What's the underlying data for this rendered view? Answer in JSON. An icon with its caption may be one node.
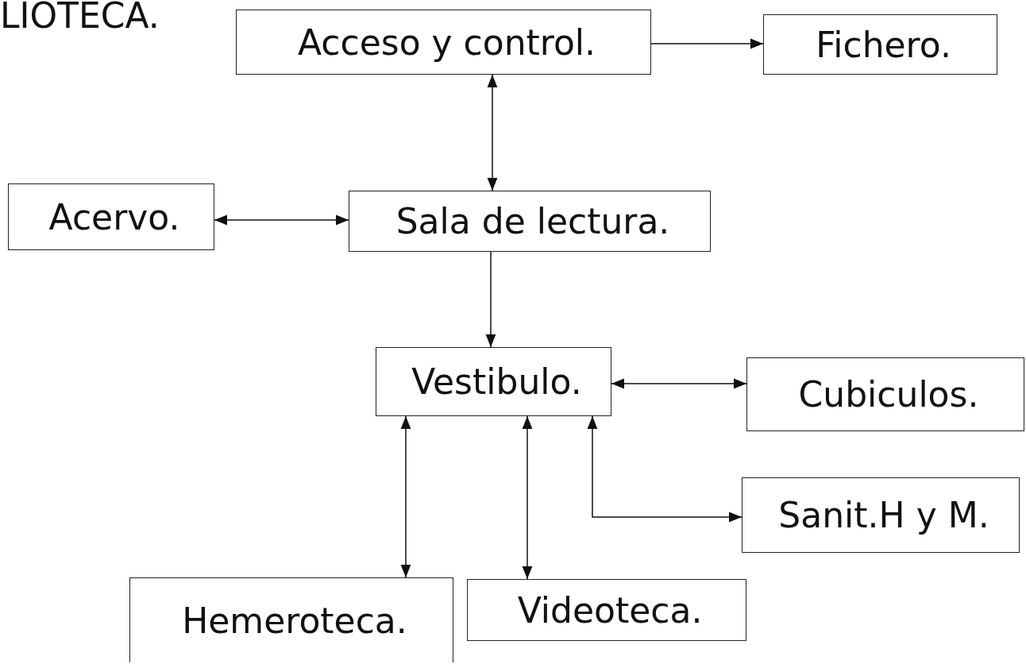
{
  "diagram": {
    "title": "LIOTECA.",
    "nodes": [
      {
        "text": [
          "Acceso y control."
        ]
      },
      {
        "text": [
          "Fichero."
        ]
      },
      {
        "text": [
          "Acervo."
        ]
      },
      {
        "text": [
          "Sala de lectura."
        ]
      },
      {
        "text": [
          "Vestibulo."
        ]
      },
      {
        "text": [
          "Cubiculos."
        ]
      },
      {
        "text": [
          "Sanit.H y M."
        ]
      },
      {
        "text": [
          "Hemeroteca."
        ]
      },
      {
        "text": [
          "Videoteca."
        ]
      }
    ],
    "edges": [
      {
        "from": 0,
        "to": 1,
        "arrow": "to"
      },
      {
        "from": 0,
        "to": 3,
        "arrow": "both"
      },
      {
        "from": 2,
        "to": 3,
        "arrow": "both"
      },
      {
        "from": 3,
        "to": 4,
        "arrow": "to"
      },
      {
        "from": 4,
        "to": 5,
        "arrow": "both"
      },
      {
        "from": 4,
        "to": 6,
        "arrow": "both"
      },
      {
        "from": 4,
        "to": 7,
        "arrow": "both"
      },
      {
        "from": 4,
        "to": 8,
        "arrow": "both"
      }
    ]
  }
}
